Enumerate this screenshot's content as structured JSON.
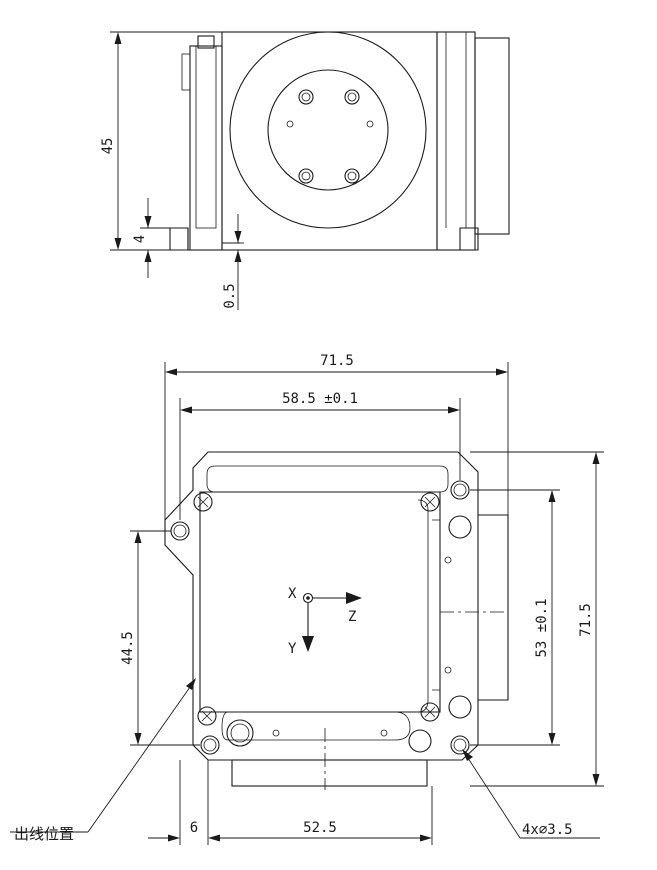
{
  "side_view": {
    "dim_height": "45",
    "dim_base": "4",
    "dim_gap": "0.5"
  },
  "top_view": {
    "dim_overall_width": "71.5",
    "dim_hole_spacing_x": "58.5 ±0.1",
    "dim_overall_height": "71.5",
    "dim_hole_spacing_y": "53 ±0.1",
    "dim_left_height": "44.5",
    "dim_offset": "6",
    "dim_bottom_width": "52.5",
    "hole_callout": "4x∅3.5",
    "cable_outlet_label": "出线位置",
    "axis_x": "X",
    "axis_y": "Y",
    "axis_z": "Z"
  }
}
